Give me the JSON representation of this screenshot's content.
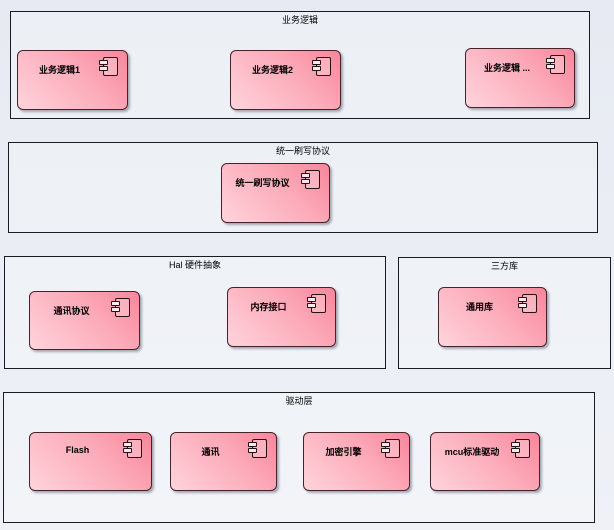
{
  "diagram": {
    "type": "uml-component-diagram",
    "colors": {
      "background": "#e9ecf4",
      "container_border": "#1b1b22",
      "component_border": "#46222b",
      "component_fill_dark": "#f8869b",
      "component_fill_light": "#ffd4dc"
    },
    "icons": {
      "component": "uml-component-icon"
    },
    "containers": [
      {
        "title": "业务逻辑",
        "components": [
          {
            "label": "业务逻辑1"
          },
          {
            "label": "业务逻辑2"
          },
          {
            "label": "业务逻辑 ..."
          }
        ]
      },
      {
        "title": "统一刷写协议",
        "components": [
          {
            "label": "统一刷写协议"
          }
        ]
      },
      {
        "title": "Hal 硬件抽象",
        "components": [
          {
            "label": "通讯协议"
          },
          {
            "label": "内存接口"
          }
        ]
      },
      {
        "title": "三方库",
        "components": [
          {
            "label": "通用库"
          }
        ]
      },
      {
        "title": "驱动层",
        "components": [
          {
            "label": "Flash"
          },
          {
            "label": "通讯"
          },
          {
            "label": "加密引擎"
          },
          {
            "label": "mcu标准驱动"
          }
        ]
      }
    ]
  }
}
